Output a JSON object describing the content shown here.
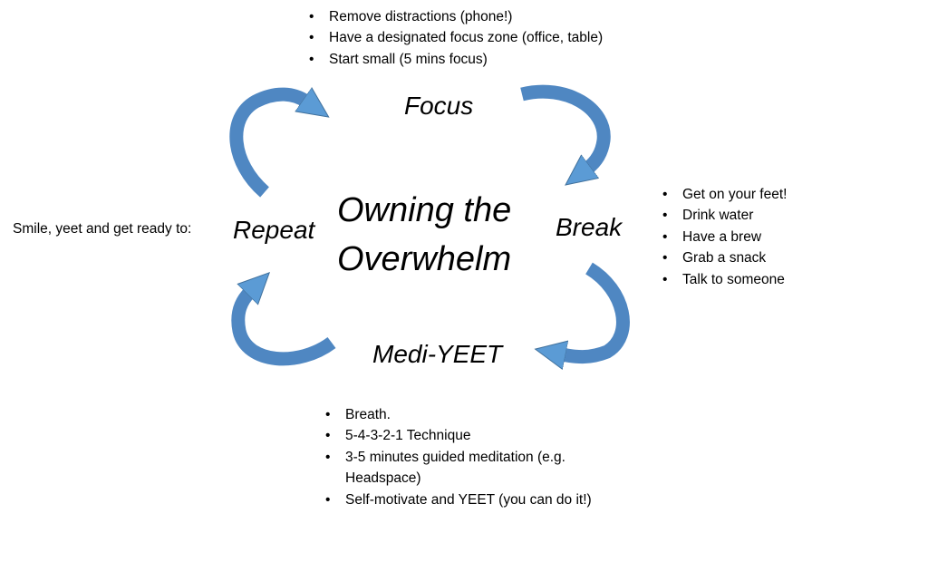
{
  "title_lines": [
    "Owning the",
    "Overwhelm"
  ],
  "stages": {
    "focus": {
      "label": "Focus",
      "tips": [
        "Remove distractions (phone!)",
        "Have a designated focus zone (office, table)",
        "Start small (5 mins focus)"
      ]
    },
    "break": {
      "label": "Break",
      "tips": [
        "Get on your feet!",
        "Drink water",
        "Have a brew",
        "Grab a snack",
        "Talk to someone"
      ]
    },
    "medi": {
      "label": "Medi-YEET",
      "tips": [
        "Breath.",
        "5-4-3-2-1 Technique",
        "3-5 minutes guided meditation (e.g. Headspace)",
        "Self-motivate and YEET (you can do it!)"
      ]
    },
    "repeat": {
      "label": "Repeat",
      "prefix": "Smile, yeet and get ready to:"
    }
  },
  "colors": {
    "arrow_light": "#5b9bd5",
    "arrow_dark": "#41719c"
  }
}
